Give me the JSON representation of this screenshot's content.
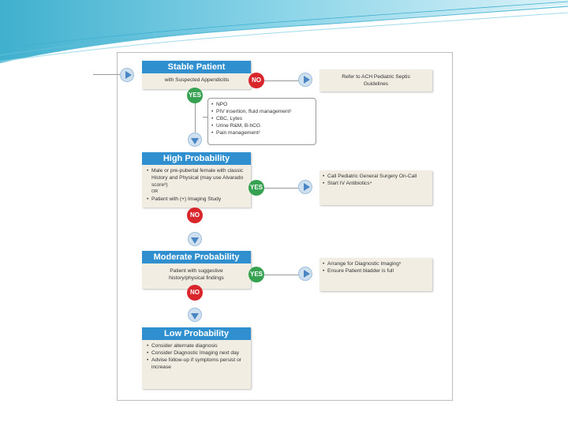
{
  "colors": {
    "header_blue": "#2f8fcf",
    "yes_green": "#36a150",
    "no_red": "#d9252c",
    "card_beige": "#f1ede3",
    "arrow_blue": "#4a86c3"
  },
  "stable": {
    "title": "Stable Patient",
    "subtitle": "with Suspected Appendicitis"
  },
  "badges": {
    "yes": "YES",
    "no": "NO"
  },
  "refer_box": {
    "line1": "Refer to ACH Pediatric Septis",
    "line2": "Guidelines"
  },
  "orders": [
    "NPO",
    "PIV insertion, fluid management¹",
    "CBC, Lytes",
    "Urine R&M, B-hCG",
    "Pain management²"
  ],
  "high": {
    "title": "High Probability",
    "item1": "Male or pre-pubertal female with classic History and Physical (may use Alvarado score³)",
    "or": "OR",
    "item2": "Patient with (+) Imaging Study"
  },
  "high_action": [
    "Call Pediatric General Surgery On-Call",
    "Start IV Antibiotics⁴"
  ],
  "moderate": {
    "title": "Moderate Probability",
    "body": "Patient with suggestive history/physical findings"
  },
  "moderate_action": [
    "Arrange for Diagnostic Imaging⁵",
    "Ensure Patient bladder is full"
  ],
  "low": {
    "title": "Low Probability",
    "items": [
      "Consider alternate diagnosis",
      "Consider Diagnostic Imaging next day",
      "Advise follow-up if symptoms persist or increase"
    ]
  }
}
